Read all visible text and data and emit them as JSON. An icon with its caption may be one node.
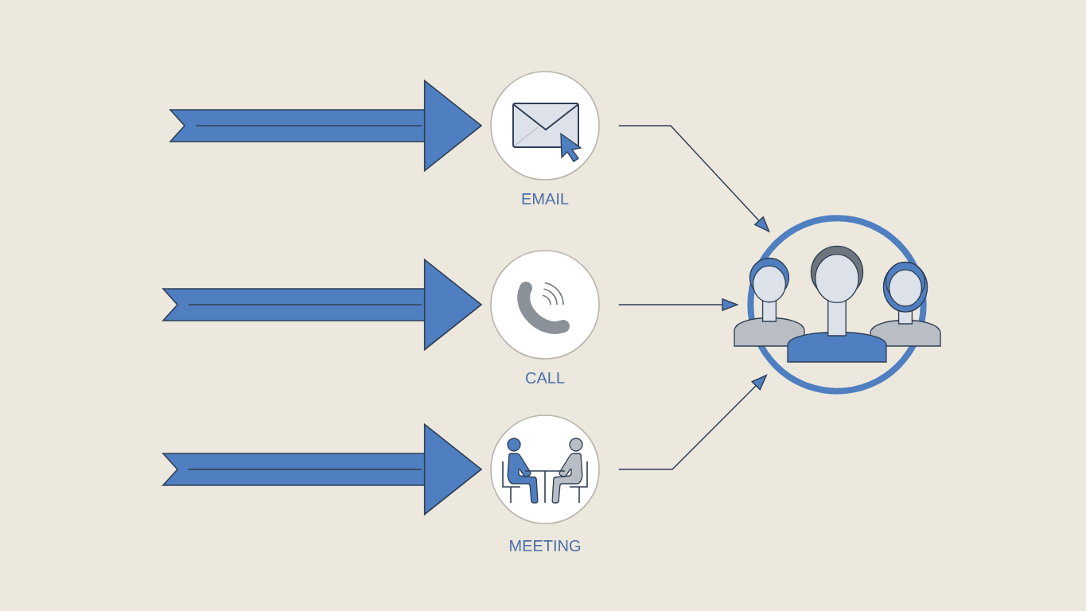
{
  "diagram": {
    "nodes": [
      {
        "text": [
          "EMAIL"
        ]
      },
      {
        "text": [
          "CALL"
        ]
      },
      {
        "text": [
          "MEETING"
        ]
      },
      {
        "text": [],
        "shape": "circle"
      }
    ],
    "edges": [
      {
        "from": null,
        "to": 0,
        "arrow": "to",
        "style": "thick"
      },
      {
        "from": null,
        "to": 1,
        "arrow": "to",
        "style": "thick"
      },
      {
        "from": null,
        "to": 2,
        "arrow": "to",
        "style": "thick"
      },
      {
        "from": 0,
        "to": 3,
        "arrow": "to"
      },
      {
        "from": 1,
        "to": 3,
        "arrow": "to"
      },
      {
        "from": 2,
        "to": 3,
        "arrow": "to"
      }
    ]
  }
}
